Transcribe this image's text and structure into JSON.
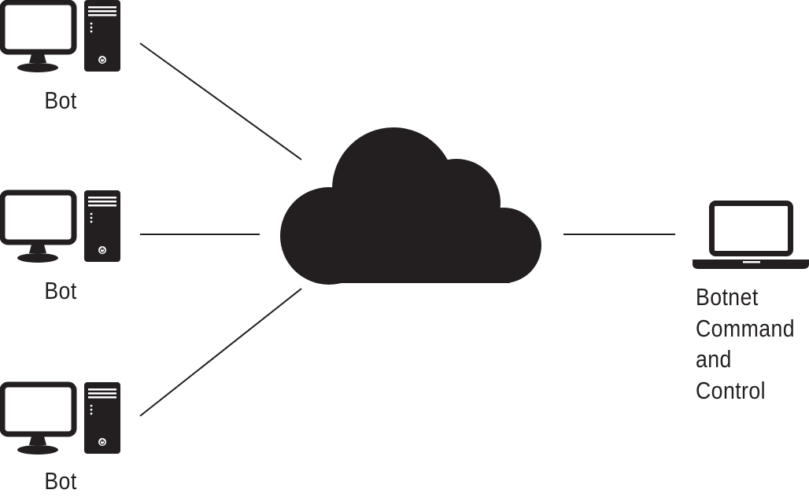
{
  "bots": [
    {
      "label": "Bot",
      "icon": "desktop-computer-icon"
    },
    {
      "label": "Bot",
      "icon": "desktop-computer-icon"
    },
    {
      "label": "Bot",
      "icon": "desktop-computer-icon"
    }
  ],
  "network": {
    "icon": "cloud-icon"
  },
  "controller": {
    "icon": "laptop-icon",
    "label_lines": [
      "Botnet",
      "Command",
      "and",
      "Control"
    ]
  },
  "colors": {
    "ink": "#231f20",
    "background": "#ffffff"
  }
}
